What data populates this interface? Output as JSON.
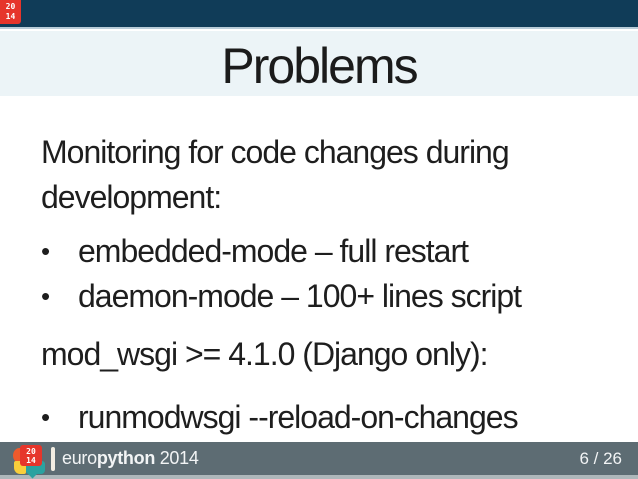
{
  "corner_badge": {
    "line1": "20",
    "line2": "14"
  },
  "header": {
    "title": "Problems"
  },
  "content": {
    "bullet_char": "•",
    "heading_lines": [
      "Monitoring for code changes during",
      "development:"
    ],
    "bullets_primary": [
      "embedded-mode – full restart",
      "daemon-mode – 100+ lines script"
    ],
    "subheading": "mod_wsgi >= 4.1.0 (Django only):",
    "bullets_secondary": [
      "runmodwsgi --reload-on-changes"
    ]
  },
  "footer": {
    "logo": {
      "badge_line1": "20",
      "badge_line2": "14",
      "euro": "euro",
      "python": "python",
      "year": " 2014"
    },
    "page_indicator": "6 / 26"
  },
  "colors": {
    "top_bar": "#103C58",
    "title_band": "#ECF4F7",
    "divider": "#B9CDD9",
    "body_text": "#1E1E1E",
    "footer_bar": "#5D6C73",
    "footer_strip": "#AEB7BA",
    "logo_red": "#E6352B",
    "logo_yellow": "#F9CE3B",
    "logo_orange": "#EE5A2C",
    "logo_teal": "#2AA2A0",
    "logo_cream": "#F2EDE2",
    "page_text": "#F2F4F5"
  }
}
